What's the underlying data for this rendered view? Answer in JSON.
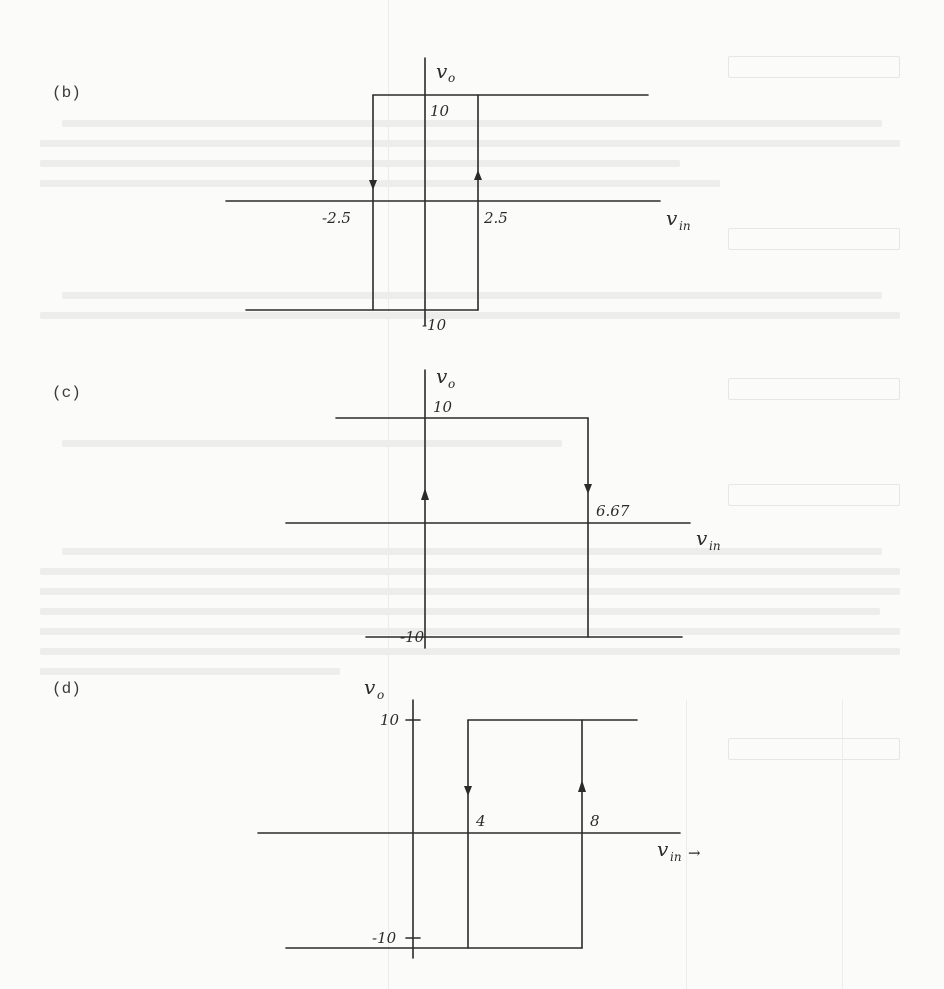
{
  "parts": [
    {
      "label": "(b)",
      "y_axis": "v",
      "y_axis_sub": "o",
      "x_axis": "v",
      "x_axis_sub": "in",
      "y_high": "10",
      "y_low": "-10",
      "x_neg": "-2.5",
      "x_pos": "2.5"
    },
    {
      "label": "(c)",
      "y_axis": "v",
      "y_axis_sub": "o",
      "x_axis": "v",
      "x_axis_sub": "in",
      "y_high": "10",
      "y_low": "-10",
      "x_pos": "6.67"
    },
    {
      "label": "(d)",
      "y_axis": "v",
      "y_axis_sub": "o",
      "x_axis": "v",
      "x_axis_sub": "in",
      "x_axis_arrow": "→",
      "y_high": "10",
      "y_low": "-10",
      "x_a": "4",
      "x_b": "8"
    }
  ]
}
